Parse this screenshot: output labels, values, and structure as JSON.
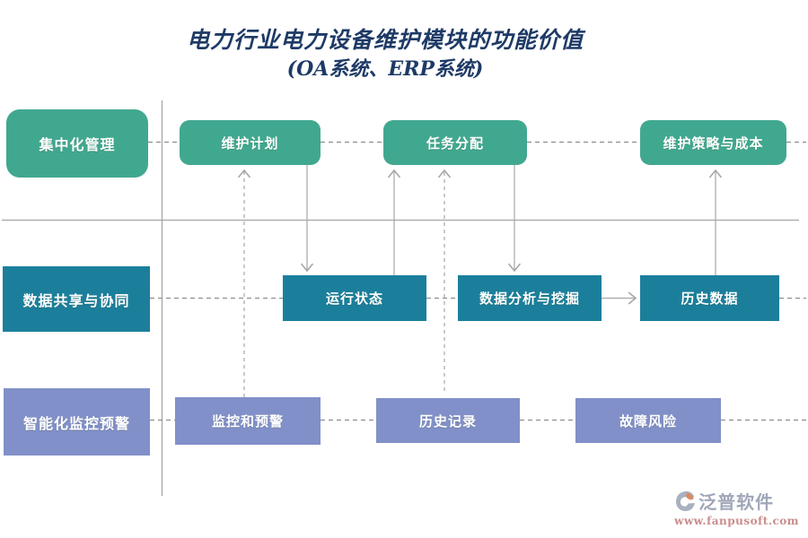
{
  "title": {
    "line1": "电力行业电力设备维护模块的功能价值",
    "line2": "(OA系统、ERP系统)"
  },
  "boxes": {
    "row1": [
      {
        "label": "集中化管理"
      },
      {
        "label": "维护计划"
      },
      {
        "label": "任务分配"
      },
      {
        "label": "维护策略与成本"
      }
    ],
    "row2": [
      {
        "label": "数据共享与协同"
      },
      {
        "label": "运行状态"
      },
      {
        "label": "数据分析与挖掘"
      },
      {
        "label": "历史数据"
      }
    ],
    "row3": [
      {
        "label": "智能化监控预警"
      },
      {
        "label": "监控和预警"
      },
      {
        "label": "历史记录"
      },
      {
        "label": "故障风险"
      }
    ]
  },
  "colors": {
    "row1_green": "#41a890",
    "row2_teal": "#1b7f9c",
    "row3_purple": "#8190c8",
    "title_navy": "#1e3a66",
    "line_gray": "#a6a6a6",
    "watermark_gray": "#a0a7b8",
    "watermark_url": "#c98c8c"
  },
  "watermark": {
    "brand": "泛普软件",
    "url": "www.fanpusoft.com"
  }
}
